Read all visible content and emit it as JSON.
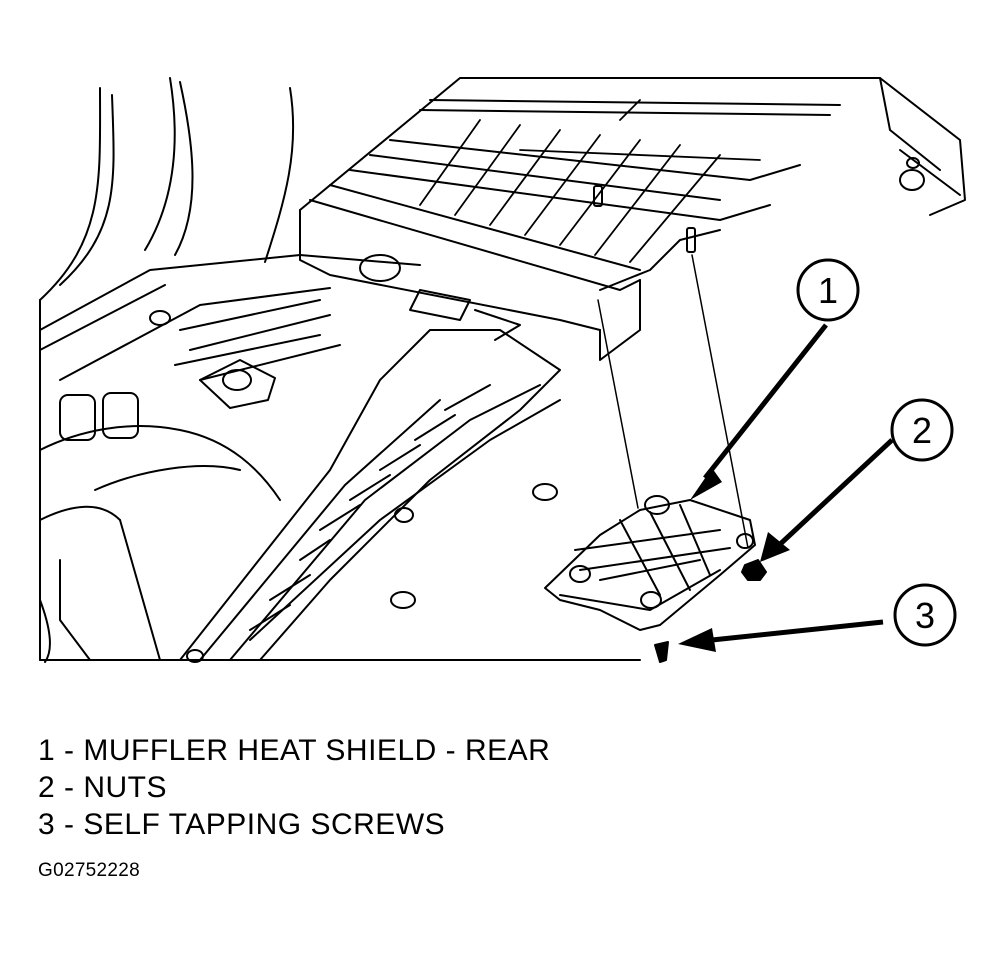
{
  "callouts": [
    {
      "number": "1"
    },
    {
      "number": "2"
    },
    {
      "number": "3"
    }
  ],
  "legend": [
    {
      "text": "1 - MUFFLER HEAT SHIELD - REAR"
    },
    {
      "text": "2 - NUTS"
    },
    {
      "text": "3 - SELF TAPPING SCREWS"
    }
  ],
  "figure_id": "G02752228",
  "colors": {
    "line": "#000000",
    "background": "#ffffff"
  }
}
